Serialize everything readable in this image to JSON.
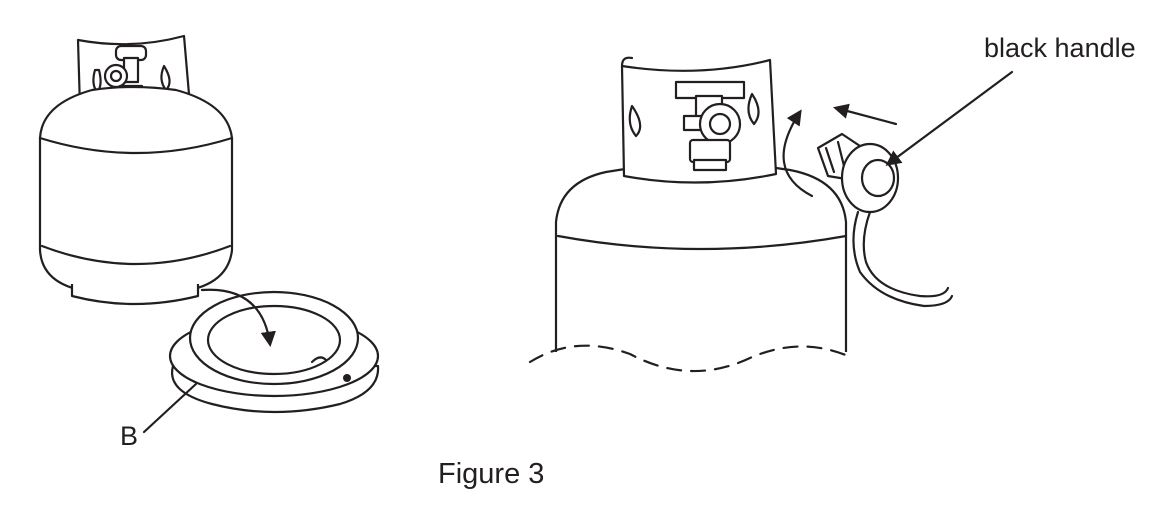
{
  "figure": {
    "caption": "Figure 3",
    "label_b": "B",
    "label_black_handle": "black handle"
  },
  "colors": {
    "line": "#231f20",
    "background": "#ffffff"
  }
}
